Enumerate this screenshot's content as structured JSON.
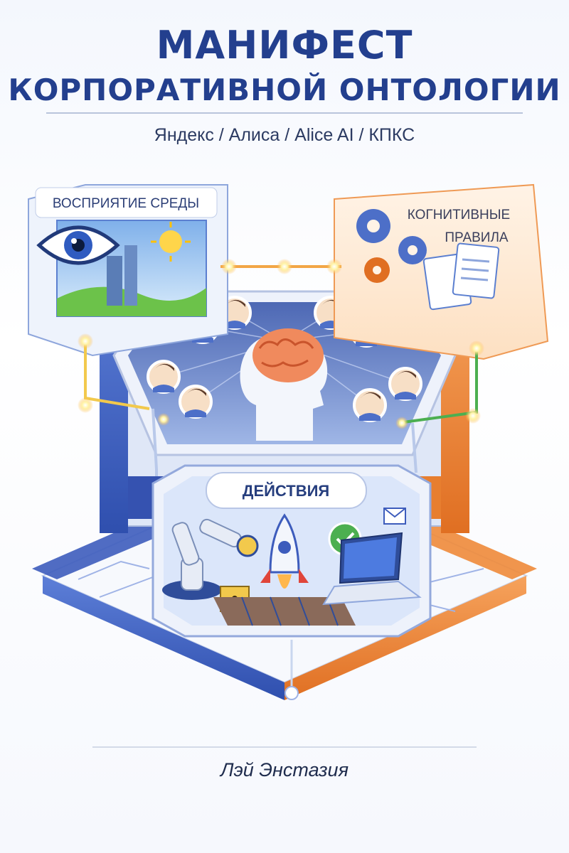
{
  "title": {
    "line1": "МАНИФЕСТ",
    "line2": "КОРПОРАТИВНОЙ ОНТОЛОГИИ"
  },
  "subtitle": "Яндекс / Алиса / Alice AI / КПКС",
  "panels": {
    "perception": "ВОСПРИЯТИЕ СРЕДЫ",
    "cognitive_line1": "КОГНИТИВНЫЕ",
    "cognitive_line2": "ПРАВИЛА",
    "actions": "ДЕЙСТВИЯ"
  },
  "author": "Лэй Энстазия",
  "colors": {
    "title": "#233f8e",
    "blue_accent": "#3d62c4",
    "orange_accent": "#ef8a3c"
  }
}
